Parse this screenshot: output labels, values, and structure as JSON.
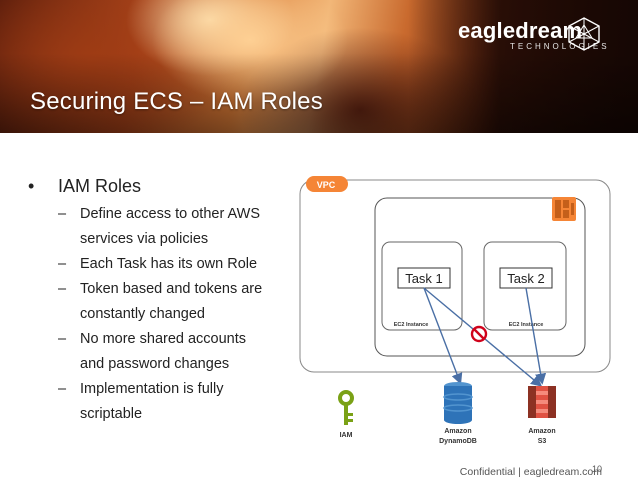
{
  "header": {
    "title": "Securing ECS – IAM Roles",
    "logo_name": "eagledream",
    "logo_subtitle": "TECHNOLOGIES"
  },
  "bullets": {
    "main": "IAM Roles",
    "items": [
      [
        "Define access to other AWS",
        "services via policies"
      ],
      [
        "Each Task has its own Role"
      ],
      [
        "Token based and tokens are",
        "constantly changed"
      ],
      [
        "No more shared accounts",
        "and password changes"
      ],
      [
        "Implementation is fully",
        "scriptable"
      ]
    ]
  },
  "diagram": {
    "vpc_label": "VPC",
    "task1": "Task 1",
    "task2": "Task 2",
    "ec2_label": "EC2 Instance",
    "iam_label": "IAM",
    "dynamo_label1": "Amazon",
    "dynamo_label2": "DynamoDB",
    "s3_label1": "Amazon",
    "s3_label2": "S3"
  },
  "footer": {
    "text": "Confidential | eagledream.com",
    "page": "10"
  },
  "colors": {
    "aws_orange": "#f58536",
    "line_blue": "#4a6fa5",
    "deny_red": "#d0021b",
    "dynamo_blue": "#2e73b8",
    "s3_red": "#e05243",
    "iam_green": "#7aa116"
  }
}
